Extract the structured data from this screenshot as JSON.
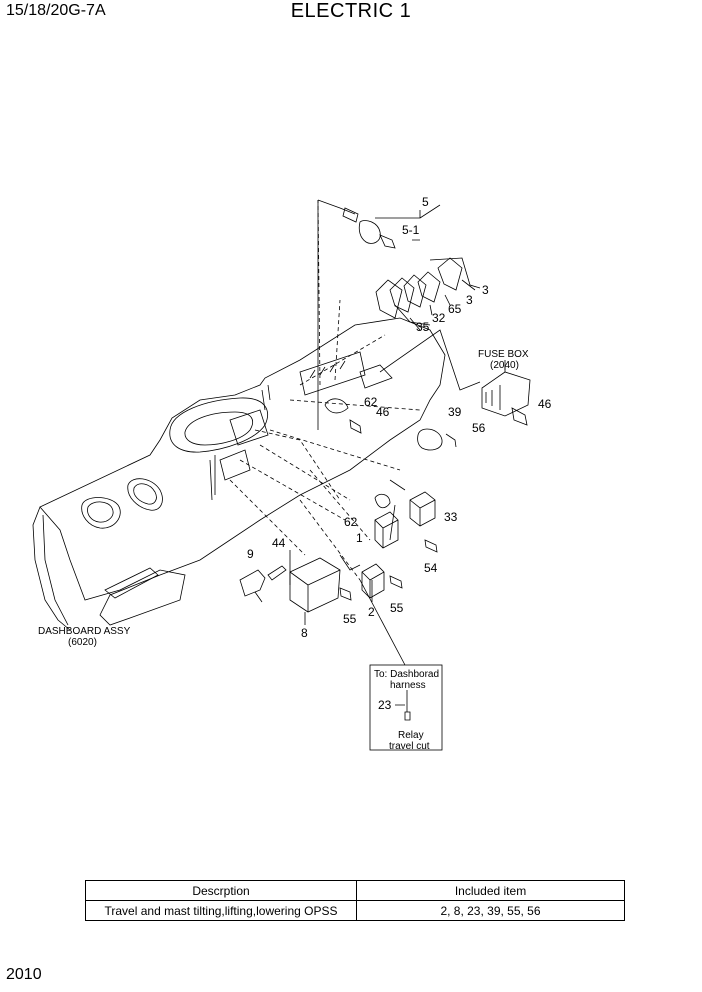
{
  "header": {
    "model": "15/18/20G-7A",
    "title": "ELECTRIC 1"
  },
  "page_number": "2010",
  "callouts": {
    "c5": "5",
    "c5_1": "5-1",
    "c3a": "3",
    "c3b": "3",
    "c65": "65",
    "c32": "32",
    "c35": "35",
    "c62a": "62",
    "c46a": "46",
    "c39": "39",
    "c56": "56",
    "c46b": "46",
    "c62b": "62",
    "c1": "1",
    "c33": "33",
    "c54": "54",
    "c9": "9",
    "c44": "44",
    "c2": "2",
    "c55a": "55",
    "c55b": "55",
    "c8": "8",
    "c23": "23"
  },
  "labels": {
    "fuse_box": "FUSE BOX",
    "fuse_box_code": "(2040)",
    "dashboard": "DASHBOARD ASSY",
    "dashboard_code": "(6020)",
    "note_line1": "To: Dashborad",
    "note_line2": "harness",
    "relay_line1": "Relay",
    "relay_line2": "travel cut"
  },
  "table": {
    "headers": [
      "Descrption",
      "Included item"
    ],
    "rows": [
      [
        "Travel and mast tilting,lifting,lowering OPSS",
        "2, 8, 23, 39, 55, 56"
      ]
    ]
  }
}
